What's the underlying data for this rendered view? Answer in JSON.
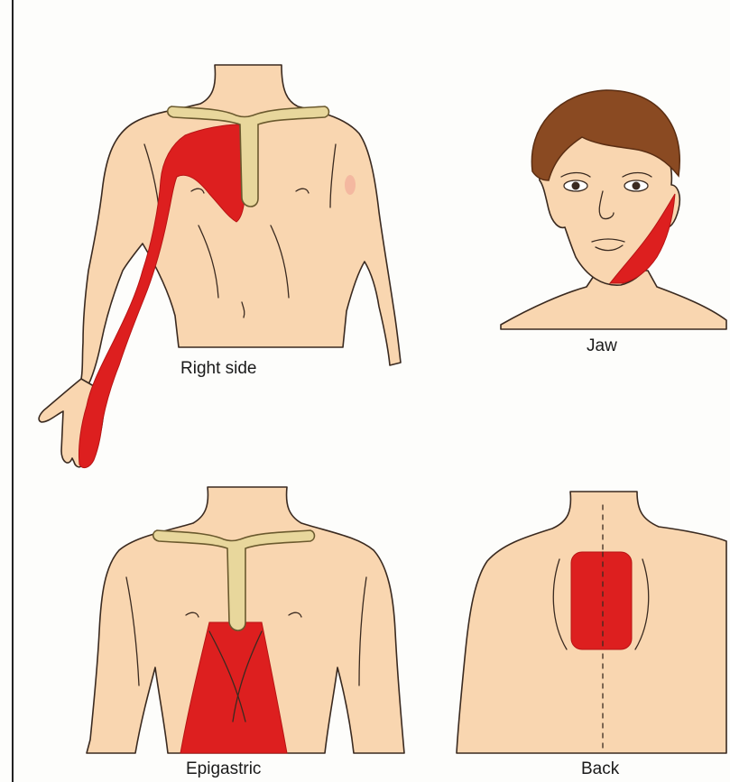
{
  "figure": {
    "panels": [
      {
        "id": "right-side",
        "label": "Right side"
      },
      {
        "id": "jaw",
        "label": "Jaw"
      },
      {
        "id": "epigastric",
        "label": "Epigastric"
      },
      {
        "id": "back",
        "label": "Back"
      }
    ],
    "colors": {
      "pain": "#dd1f1f",
      "skin": "#f9d6b0",
      "outline": "#3a2a20",
      "sternum": "#e8d79c",
      "hair": "#8a4a22",
      "rule": "#222222"
    }
  }
}
